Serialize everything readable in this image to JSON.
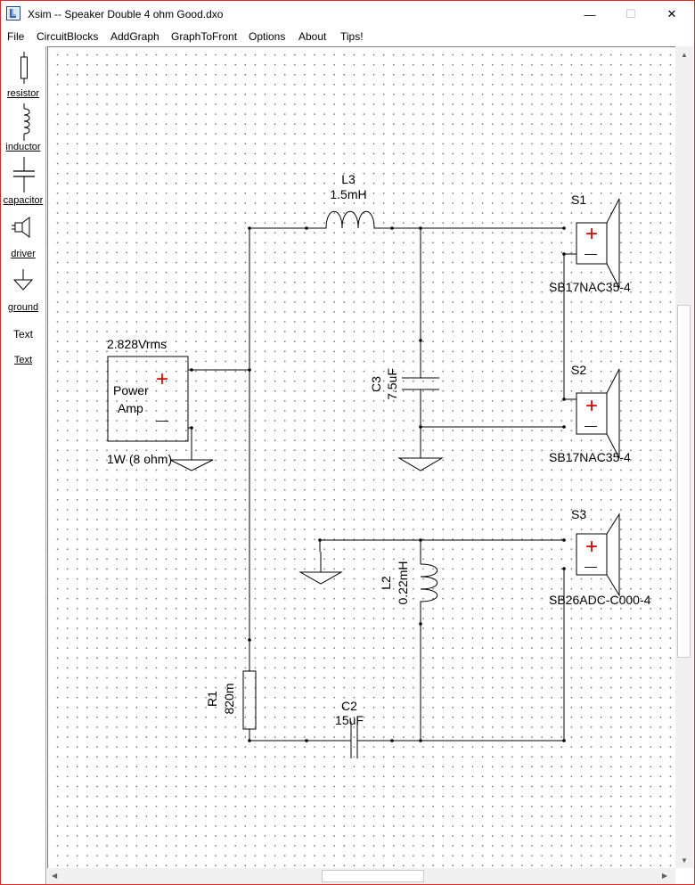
{
  "window": {
    "title": "Xsim -- Speaker Double 4 ohm Good.dxo",
    "controls": {
      "minimize": "—",
      "maximize": "☐",
      "close": "✕"
    }
  },
  "menu": [
    {
      "label": "File"
    },
    {
      "label": "CircuitBlocks"
    },
    {
      "label": "AddGraph"
    },
    {
      "label": "GraphToFront"
    },
    {
      "label": "Options"
    },
    {
      "label": "About"
    },
    {
      "label": "Tips!"
    }
  ],
  "palette": [
    {
      "label": "resistor",
      "icon": "resistor-icon"
    },
    {
      "label": "inductor",
      "icon": "inductor-icon"
    },
    {
      "label": "capacitor",
      "icon": "capacitor-icon"
    },
    {
      "label": "driver",
      "icon": "speaker-icon"
    },
    {
      "label": "ground",
      "icon": "ground-icon"
    },
    {
      "label": "Text",
      "icon_text": "Text"
    }
  ],
  "schematic": {
    "amp": {
      "voltage": "2.828Vrms",
      "label_line1": "Power",
      "label_line2": "Amp",
      "plus": "+",
      "minus": "—",
      "power": "1W (8 ohm)"
    },
    "components": {
      "L3": {
        "ref": "L3",
        "value": "1.5mH"
      },
      "C3": {
        "ref": "C3",
        "value": "7.5uF"
      },
      "L2": {
        "ref": "L2",
        "value": "0.22mH"
      },
      "R1": {
        "ref": "R1",
        "value": "820m"
      },
      "C2": {
        "ref": "C2",
        "value": "15uF"
      }
    },
    "drivers": [
      {
        "ref": "S1",
        "model": "SB17NAC35-4"
      },
      {
        "ref": "S2",
        "model": "SB17NAC35-4"
      },
      {
        "ref": "S3",
        "model": "SB26ADC-C000-4"
      }
    ],
    "polarity": {
      "plus": "+",
      "minus": "—"
    },
    "colors": {
      "wire": "#000000",
      "plus": "#d00000"
    }
  }
}
